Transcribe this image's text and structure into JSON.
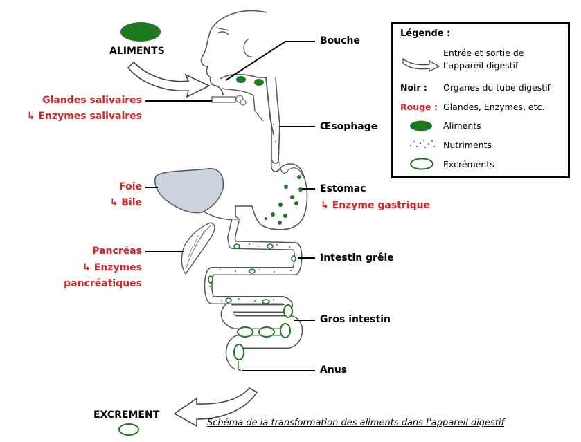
{
  "food_label": "ALIMENTS",
  "excrement_label": "EXCREMENT",
  "organs": {
    "mouth": "Bouche",
    "esophagus": "Œsophage",
    "stomach": "Estomac",
    "small_intestine": "Intestin grêle",
    "large_intestine": "Gros intestin",
    "anus": "Anus"
  },
  "glands": {
    "salivary_glands": "Glandes salivaires",
    "salivary_enzymes": "↳ Enzymes salivaires",
    "liver": "Foie",
    "bile": "↳ Bile",
    "pancreas": "Pancréas",
    "pancreatic_enzymes_1": "↳ Enzymes",
    "pancreatic_enzymes_2": "pancréatiques",
    "gastric_enzyme": "↳ Enzyme gastrique"
  },
  "legend": {
    "title": "Légende :",
    "arrow_text_1": "Entrée et sortie de",
    "arrow_text_2": "l’appareil digestif",
    "black_key": "Noir :",
    "black_text": "Organes du tube digestif",
    "red_key": "Rouge :",
    "red_text": "Glandes, Enzymes, etc.",
    "food_text": "Aliments",
    "nutrients_text": "Nutriments",
    "excrement_text": "Excréments"
  },
  "caption": "Schéma de la transformation des aliments dans l’appareil digestif",
  "colors": {
    "green": "#1e7a1e",
    "red": "#e02020",
    "liver_fill": "#cdd3dd",
    "tract_outline": "#555555"
  }
}
